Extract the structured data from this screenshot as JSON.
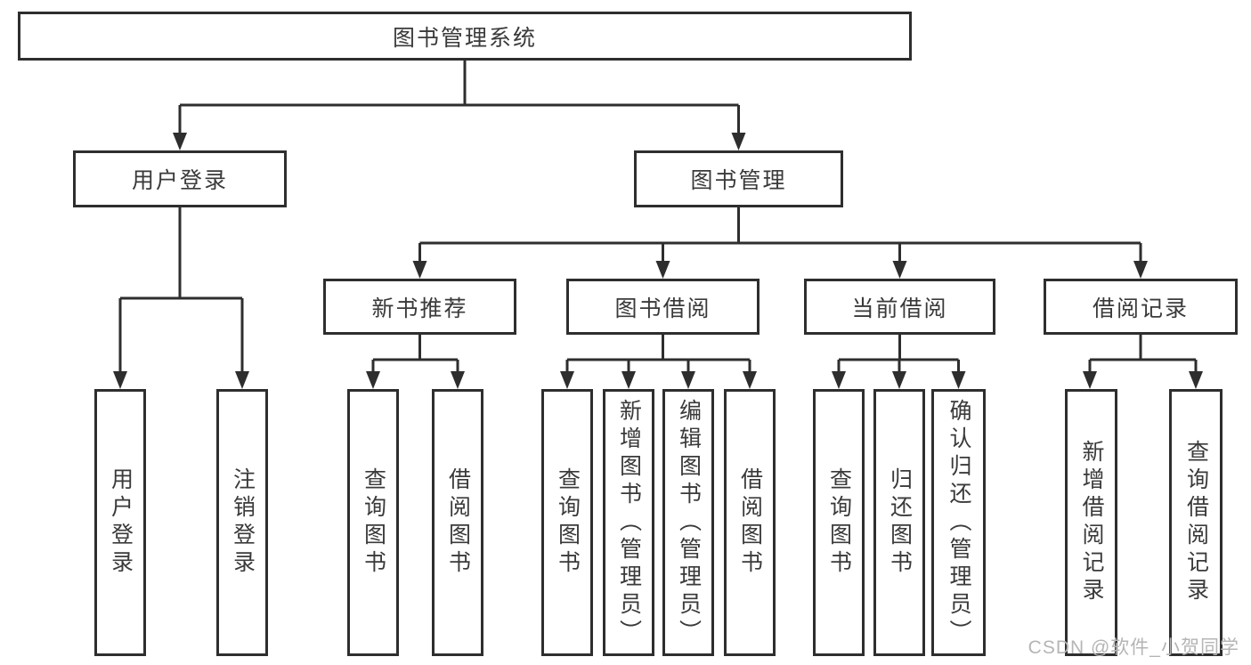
{
  "diagram": {
    "type": "hierarchy-tree",
    "root": {
      "label": "图书管理系统"
    },
    "level2": {
      "user_login": {
        "label": "用户登录"
      },
      "book_management": {
        "label": "图书管理"
      }
    },
    "level3": {
      "new_book_recommendation": {
        "label": "新书推荐"
      },
      "book_borrowing": {
        "label": "图书借阅"
      },
      "current_borrowing": {
        "label": "当前借阅"
      },
      "borrowing_records": {
        "label": "借阅记录"
      }
    },
    "leaves": {
      "user_login_action": {
        "label": "用户登录"
      },
      "logout_action": {
        "label": "注销登录"
      },
      "recommend_query_books": {
        "label": "查询图书"
      },
      "recommend_borrow_books": {
        "label": "借阅图书"
      },
      "borrowing_query_books": {
        "label": "查询图书"
      },
      "borrowing_add_books_admin": {
        "label": "新增图书（管理员）"
      },
      "borrowing_edit_books_admin": {
        "label": "编辑图书（管理员）"
      },
      "borrowing_borrow_books": {
        "label": "借阅图书"
      },
      "current_query_books": {
        "label": "查询图书"
      },
      "current_return_books": {
        "label": "归还图书"
      },
      "current_confirm_return_admin": {
        "label": "确认归还（管理员）"
      },
      "records_add_borrow_record": {
        "label": "新增借阅记录"
      },
      "records_query_borrow_record": {
        "label": "查询借阅记录"
      }
    }
  },
  "watermark": {
    "text": "CSDN @软件_小贺同学"
  },
  "colors": {
    "line": "#2e2e2e",
    "text": "#3a3a3a",
    "box_background": "#ffffff",
    "page_background": "#ffffff",
    "watermark": "#b5b5b5"
  }
}
